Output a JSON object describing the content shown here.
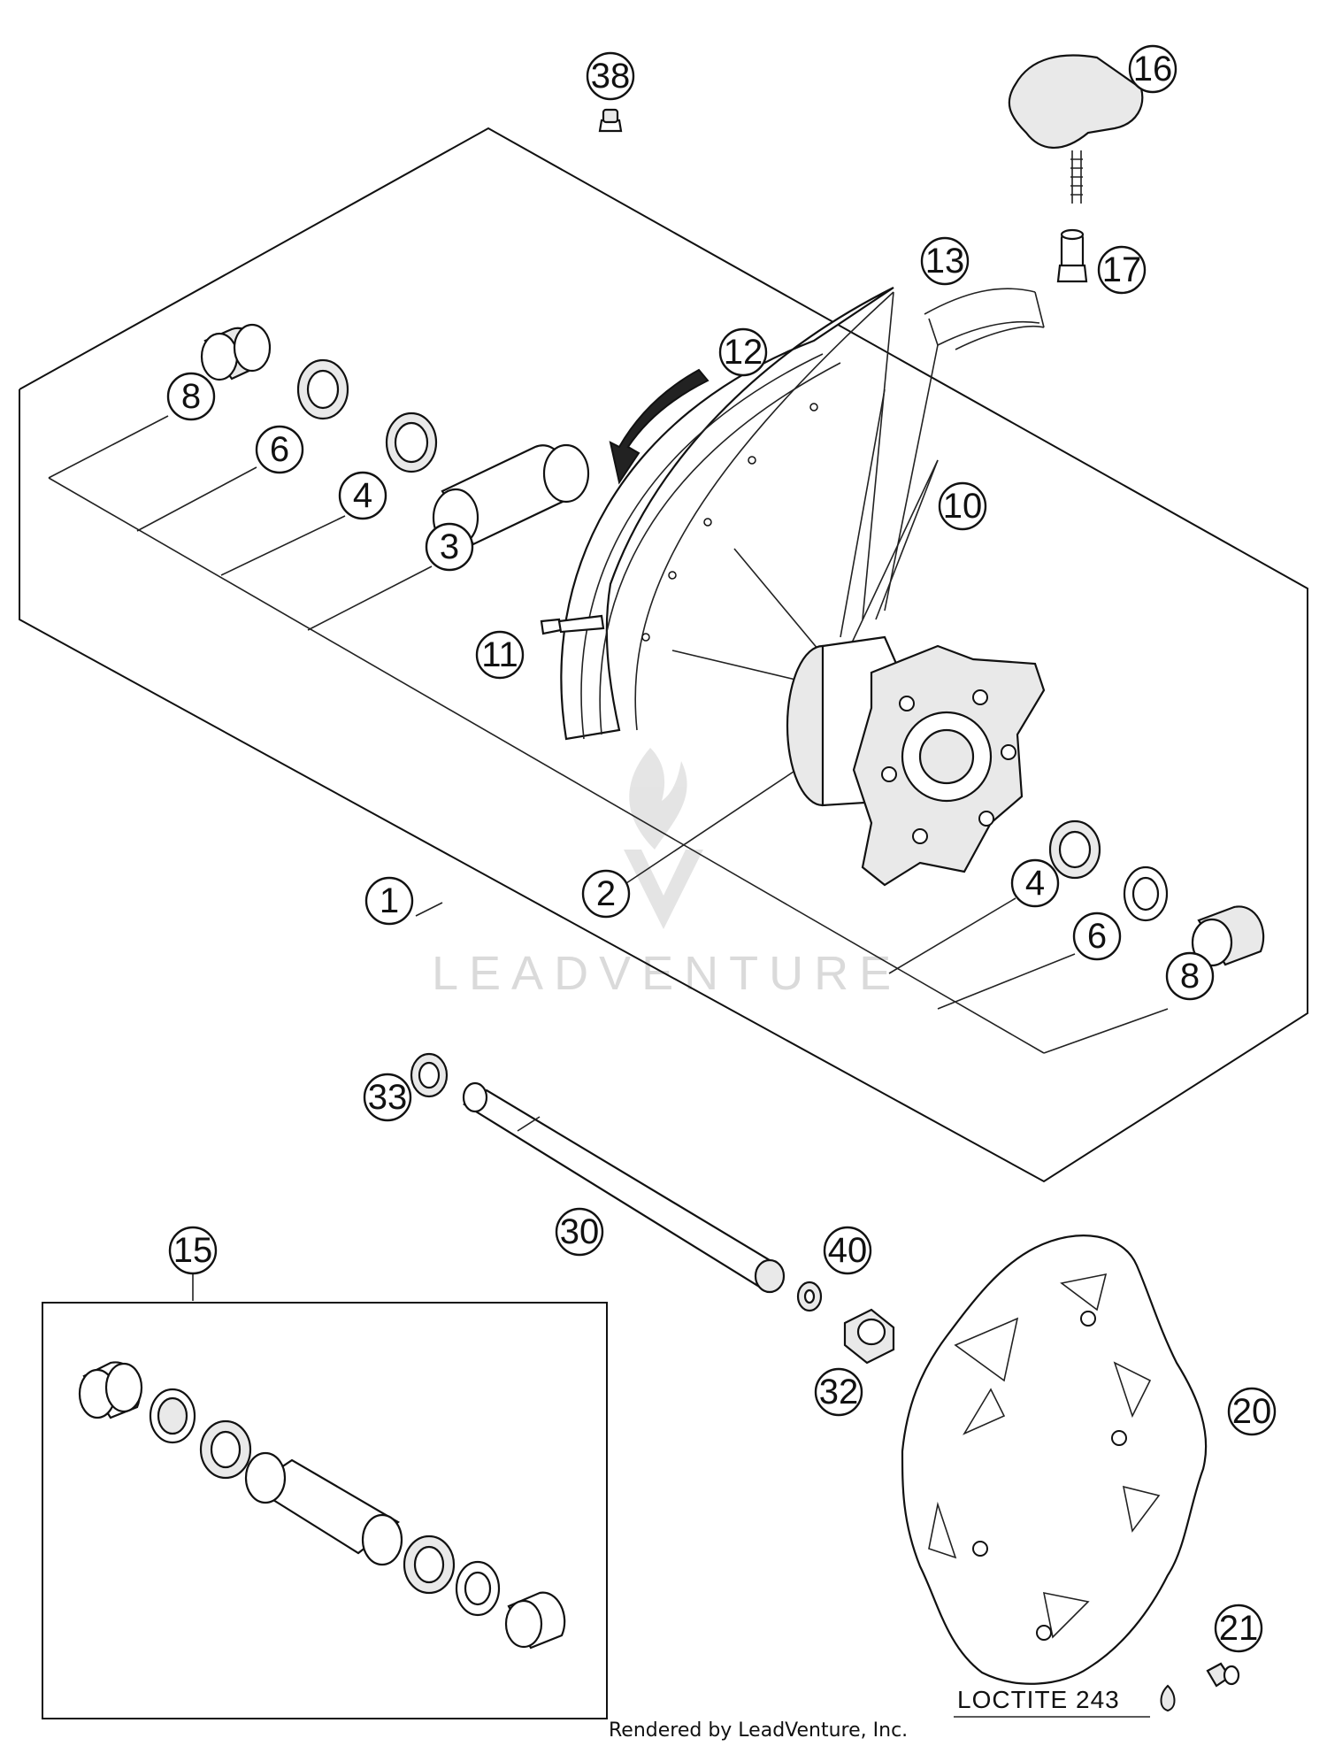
{
  "callouts": [
    {
      "id": "c38",
      "label": "38"
    },
    {
      "id": "c16",
      "label": "16"
    },
    {
      "id": "c13",
      "label": "13"
    },
    {
      "id": "c17",
      "label": "17"
    },
    {
      "id": "c12",
      "label": "12"
    },
    {
      "id": "c8a",
      "label": "8"
    },
    {
      "id": "c6a",
      "label": "6"
    },
    {
      "id": "c4a",
      "label": "4"
    },
    {
      "id": "c3",
      "label": "3"
    },
    {
      "id": "c10",
      "label": "10"
    },
    {
      "id": "c11",
      "label": "11"
    },
    {
      "id": "c1",
      "label": "1"
    },
    {
      "id": "c2",
      "label": "2"
    },
    {
      "id": "c4b",
      "label": "4"
    },
    {
      "id": "c6b",
      "label": "6"
    },
    {
      "id": "c8b",
      "label": "8"
    },
    {
      "id": "c33",
      "label": "33"
    },
    {
      "id": "c30",
      "label": "30"
    },
    {
      "id": "c15",
      "label": "15"
    },
    {
      "id": "c40",
      "label": "40"
    },
    {
      "id": "c32",
      "label": "32"
    },
    {
      "id": "c20",
      "label": "20"
    },
    {
      "id": "c21",
      "label": "21"
    }
  ],
  "note": {
    "loctite": "LOCTITE 243"
  },
  "footer": {
    "credit": "Rendered by LeadVenture, Inc."
  },
  "watermark": {
    "text": "LEADVENTURE"
  }
}
